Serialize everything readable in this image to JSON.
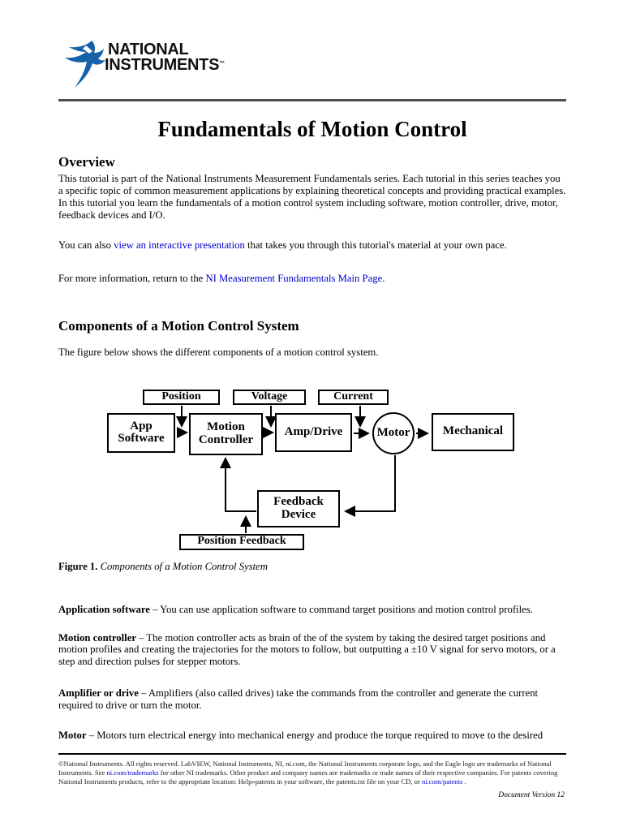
{
  "header": {
    "logo_line1": "NATIONAL",
    "logo_line2": "INSTRUMENTS",
    "logo_tm": "™",
    "eagle_color": "#1562a8"
  },
  "title": "Fundamentals of Motion Control",
  "overview": {
    "heading": "Overview",
    "para1": "This tutorial is part of the National Instruments Measurement Fundamentals series. Each tutorial in this series teaches you a specific topic of common measurement applications by explaining theoretical concepts and providing practical examples. In this tutorial you learn the fundamentals of a motion control system including software, motion controller, drive, motor, feedback devices and I/O.",
    "para2_pre": "You can also ",
    "para2_link": "view an interactive presentation",
    "para2_post": " that takes you through this tutorial's material at your own pace.",
    "para3_pre": "For more information, return to the ",
    "para3_link": "NI Measurement Fundamentals Main Page."
  },
  "components": {
    "heading": "Components of a Motion Control System",
    "intro": "The figure below shows the different components of a motion control system.",
    "caption_bold": "Figure 1.",
    "caption_italic": " Components of a Motion Control System"
  },
  "diagram": {
    "labels": {
      "position": "Position",
      "voltage": "Voltage",
      "current": "Current",
      "position_feedback": "Position Feedback"
    },
    "nodes": {
      "app_software": "App\nSoftware",
      "motion_controller": "Motion\nController",
      "amp_drive": "Amp/Drive",
      "motor": "Motor",
      "mechanical": "Mechanical",
      "feedback_device": "Feedback\nDevice"
    }
  },
  "definitions": [
    {
      "term": "Application software",
      "rest": "– You can use application software to command target positions and motion control profiles."
    },
    {
      "term": "Motion controller",
      "rest": "– The motion controller acts as brain of the of the system by taking the desired target positions and motion profiles and creating the trajectories for the motors to follow, but outputting a ±10 V signal for servo motors, or a step and direction pulses for stepper motors."
    },
    {
      "term": "Amplifier or drive",
      "rest": "– Amplifiers (also called drives) take the commands from the controller and generate the current required to drive or turn the motor."
    },
    {
      "term": "Motor",
      "rest": "– Motors turn electrical energy into mechanical energy and produce the torque required to move to the desired"
    }
  ],
  "footer": {
    "part1": "©National Instruments. All rights reserved. LabVIEW, National Instruments, NI, ni.com, the National Instruments corporate logo, and the Eagle logo are trademarks of National Instruments. See ",
    "link1": "ni.com/trademarks",
    "part2": " for other NI trademarks. Other product and company names are trademarks or trade names of their respective companies. For patents covering National Instruments products, refer to the appropriate location: Help»patents in your software, the patents.txt file on your CD, or ",
    "link2": "ni.com/patents",
    "part3": " .",
    "version": "Document Version 12"
  }
}
